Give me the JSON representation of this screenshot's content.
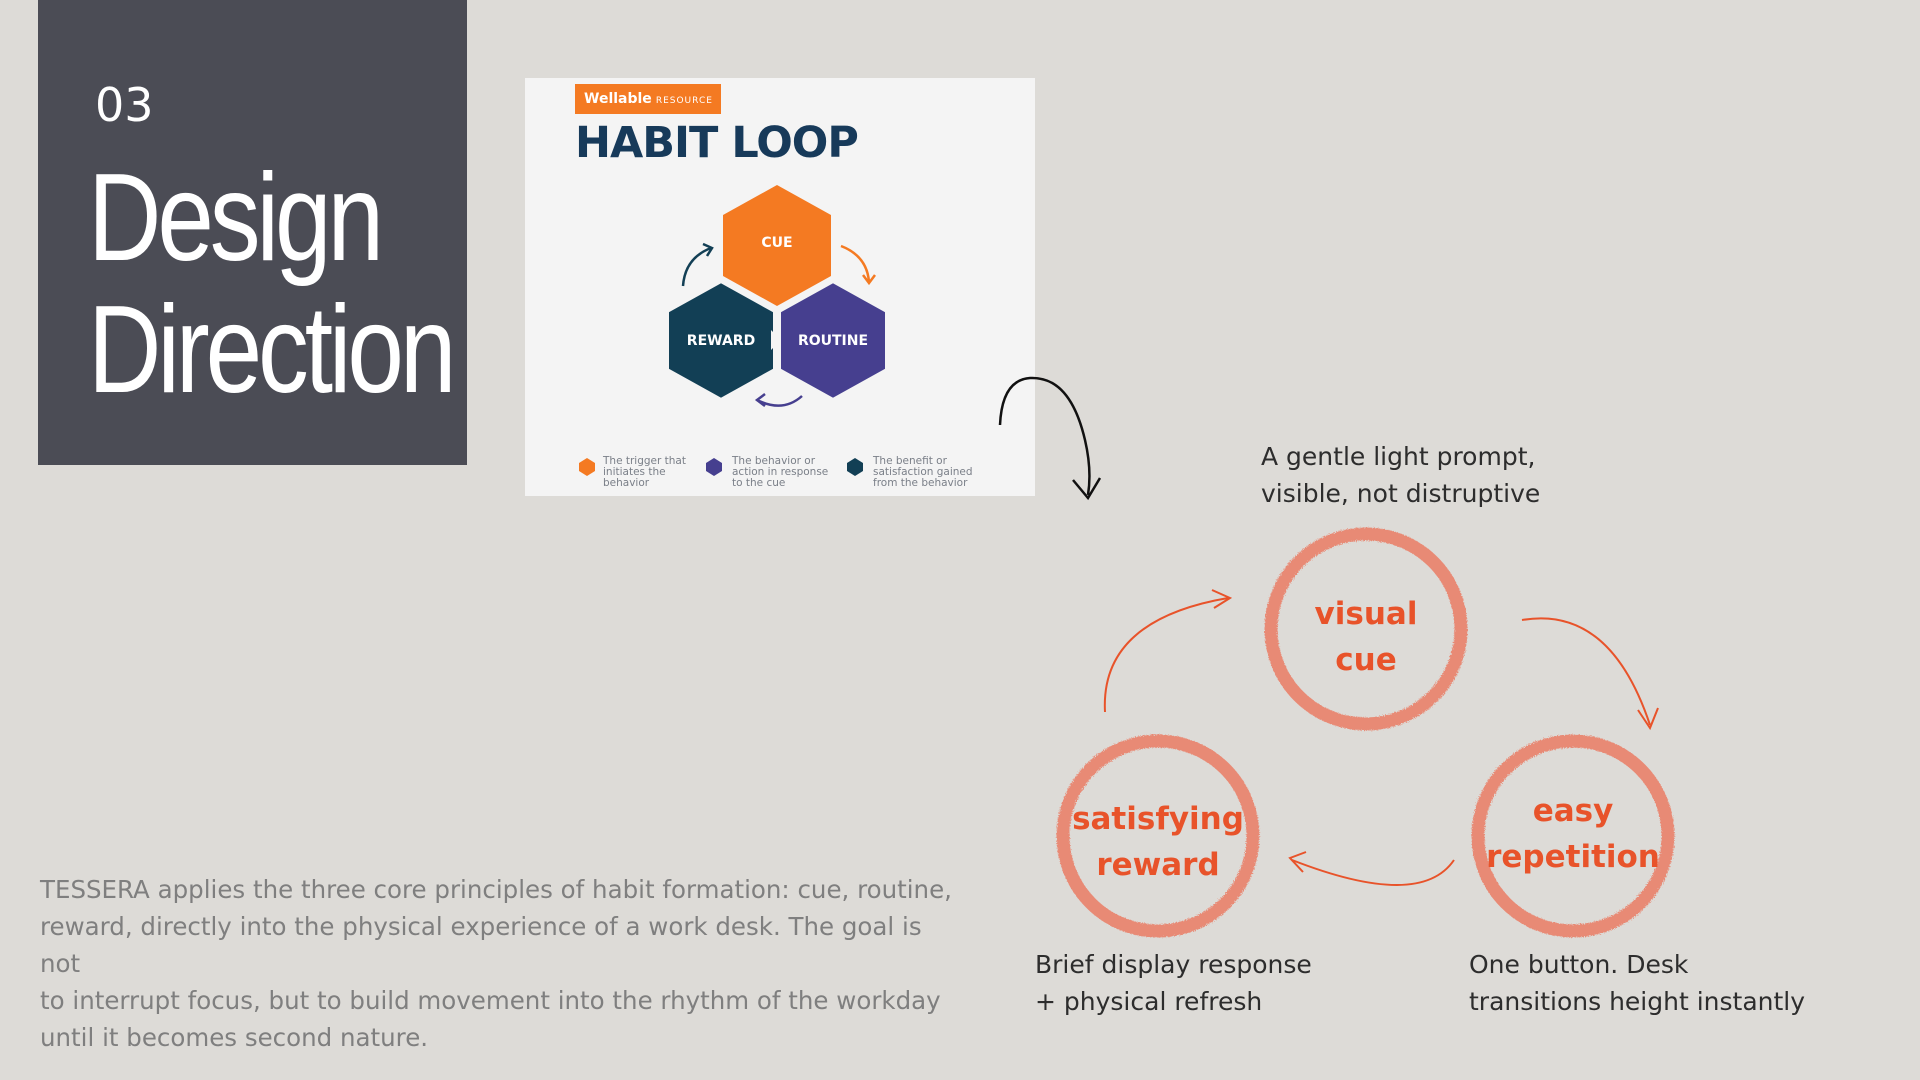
{
  "slide": {
    "section_number": "03",
    "title_line1": "Design",
    "title_line2": "Direction"
  },
  "habit_card": {
    "brand": "Wellable",
    "brand_sub": "RESOURCE",
    "title": "HABIT LOOP",
    "hexes": {
      "cue": "CUE",
      "reward": "REWARD",
      "routine": "ROUTINE"
    },
    "legend": [
      {
        "text": "The trigger that initiates the behavior",
        "color": "#f47a22"
      },
      {
        "text": "The behavior or action in response to the cue",
        "color": "#463f8f"
      },
      {
        "text": "The benefit or satisfaction gained from the behavior",
        "color": "#123f55"
      }
    ],
    "colors": {
      "cue": "#f47a22",
      "routine": "#463f8f",
      "reward": "#123f55",
      "title": "#173a5a"
    }
  },
  "loop": {
    "top_caption_line1": "A gentle light prompt,",
    "top_caption_line2": "visible, not distruptive",
    "visual_cue_line1": "visual",
    "visual_cue_line2": "cue",
    "easy_rep_line1": "easy",
    "easy_rep_line2": "repetition",
    "satisfying_line1": "satisfying",
    "satisfying_line2": "reward",
    "left_caption_line1": "Brief display response",
    "left_caption_line2": "+ physical refresh",
    "right_caption_line1": "One button. Desk",
    "right_caption_line2": "transitions height instantly",
    "ring_color": "#e98670",
    "label_color": "#e8532a",
    "arrow_color": "#e8532a"
  },
  "body": {
    "line1": "TESSERA applies the three core principles of habit formation: cue, routine,",
    "line2": "reward, directly into the physical experience of a work desk. The goal is not",
    "line3": "to interrupt focus, but to build movement into the rhythm of the workday",
    "line4": "until it becomes second nature."
  }
}
